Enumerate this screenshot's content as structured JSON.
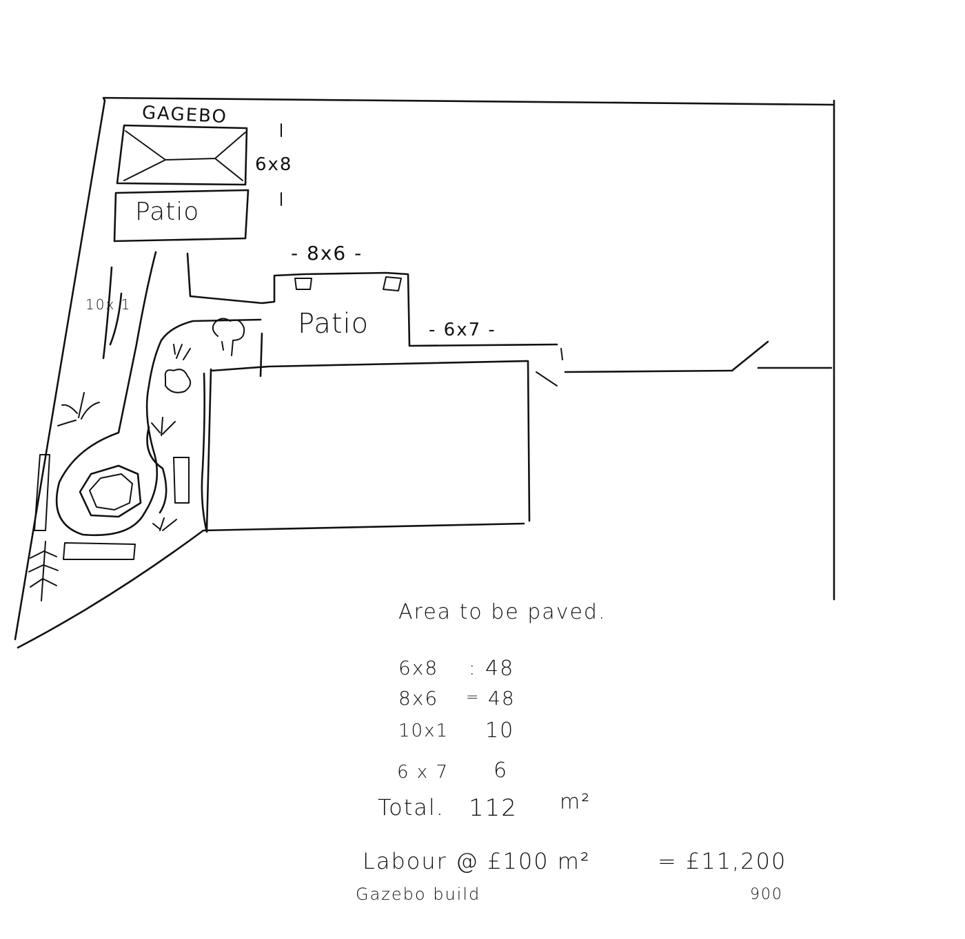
{
  "labels": {
    "gazebo": "GAGEBO",
    "patio_top": "Patio",
    "patio_mid": "Patio",
    "dim_top_patio": "6x8",
    "dim_mid_patio": "- 8x6 -",
    "dim_right_strip": "- 6x7 -",
    "dim_path": "10x 1"
  },
  "calculation": {
    "heading": "Area to be paved.",
    "rows": [
      {
        "dim": "6x8",
        "sep": ":",
        "value": "48"
      },
      {
        "dim": "8x6",
        "sep": "=",
        "value": "48"
      },
      {
        "dim": "10x1",
        "sep": "",
        "value": "10"
      },
      {
        "dim": "6 x 7",
        "sep": "",
        "value": "6"
      }
    ],
    "total_label": "Total.",
    "total_value": "112",
    "total_unit": "m²",
    "labour": "Labour @ £100 m²",
    "labour_result": "= £11,200",
    "gazebo_build": "Gazebo build",
    "gazebo_cost": "900"
  },
  "colors": {
    "ink": "#111111",
    "paper": "#ffffff"
  }
}
